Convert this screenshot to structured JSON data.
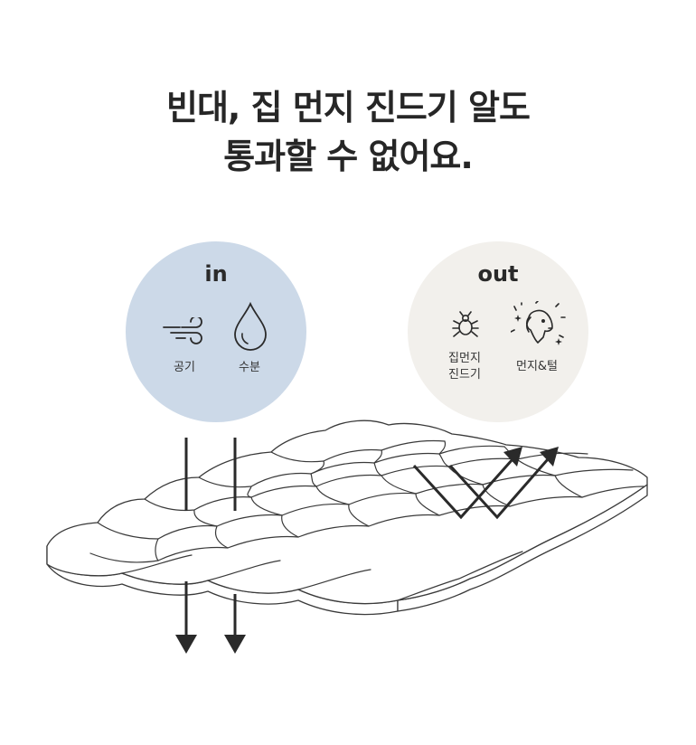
{
  "headline": {
    "line1": "빈대, 집 먼지 진드기 알도",
    "line2": "통과할 수 없어요."
  },
  "in_panel": {
    "title": "in",
    "items": [
      {
        "label": "공기",
        "icon": "wind-icon"
      },
      {
        "label": "수분",
        "icon": "water-drop-icon"
      }
    ]
  },
  "out_panel": {
    "title": "out",
    "items": [
      {
        "label_line1": "집먼지",
        "label_line2": "진드기",
        "icon": "dust-mite-icon"
      },
      {
        "label": "먼지&털",
        "icon": "dog-fur-icon"
      }
    ]
  },
  "colors": {
    "in_circle": "#ccd9e8",
    "out_circle": "#f2f0ec",
    "arrow": "#2a2a2a",
    "quilt_stroke": "#3a3a3a"
  }
}
